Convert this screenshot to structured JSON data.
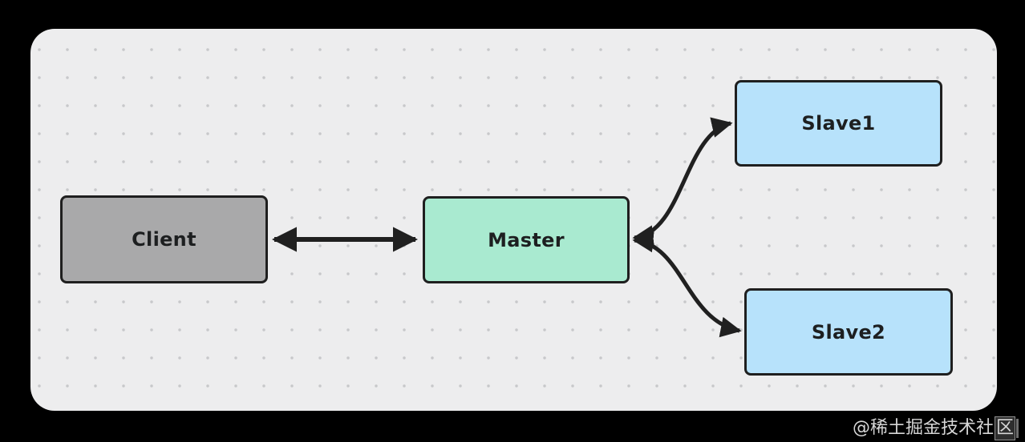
{
  "canvas": {
    "outer_background": "#000000",
    "panel_background": "#ededee",
    "dot_grid_color": "#c7c8ca",
    "arrow_color": "#202020"
  },
  "diagram": {
    "type": "flowchart",
    "nodes": [
      {
        "id": "client",
        "label": "Client",
        "fill": "#a9a9aa",
        "border": "#1f1f1f"
      },
      {
        "id": "master",
        "label": "Master",
        "fill": "#a9ead0",
        "border": "#1f1f1f"
      },
      {
        "id": "slave1",
        "label": "Slave1",
        "fill": "#b7e2fb",
        "border": "#1f1f1f"
      },
      {
        "id": "slave2",
        "label": "Slave2",
        "fill": "#b7e2fb",
        "border": "#1f1f1f"
      }
    ],
    "edges": [
      {
        "from": "client",
        "to": "master",
        "direction": "bidirectional",
        "shape": "straight"
      },
      {
        "from": "master",
        "to": "slave1",
        "direction": "bidirectional",
        "shape": "curved"
      },
      {
        "from": "master",
        "to": "slave2",
        "direction": "bidirectional",
        "shape": "curved"
      }
    ]
  },
  "watermark": {
    "text_prefix": "@稀土掘金技术社",
    "boxed_char": "区"
  }
}
